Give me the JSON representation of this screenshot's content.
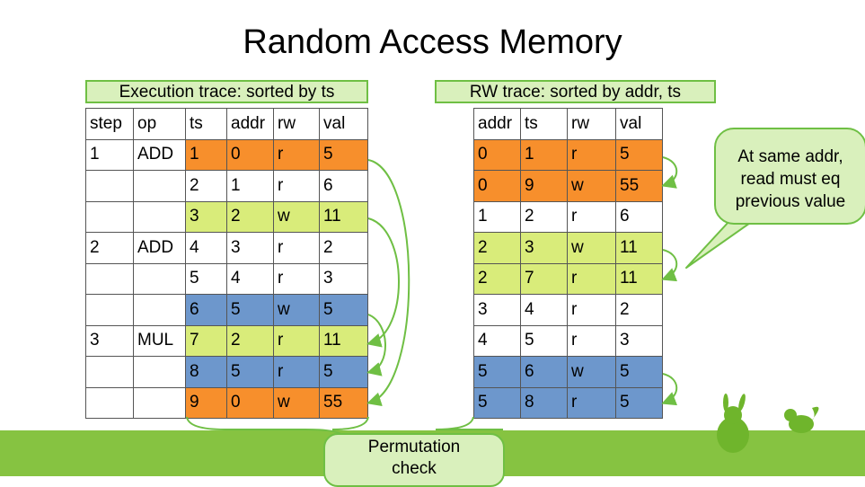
{
  "title": "Random Access Memory",
  "left_caption": "Execution trace: sorted by ts",
  "right_caption": "RW trace: sorted by addr, ts",
  "left_table": {
    "headers": [
      "step",
      "op",
      "ts",
      "addr",
      "rw",
      "val"
    ],
    "rows": [
      {
        "step": "1",
        "op": "ADD",
        "ts": "1",
        "addr": "0",
        "rw": "r",
        "val": "5",
        "color": "orange"
      },
      {
        "step": "",
        "op": "",
        "ts": "2",
        "addr": "1",
        "rw": "r",
        "val": "6",
        "color": "none"
      },
      {
        "step": "",
        "op": "",
        "ts": "3",
        "addr": "2",
        "rw": "w",
        "val": "11",
        "color": "green"
      },
      {
        "step": "2",
        "op": "ADD",
        "ts": "4",
        "addr": "3",
        "rw": "r",
        "val": "2",
        "color": "none"
      },
      {
        "step": "",
        "op": "",
        "ts": "5",
        "addr": "4",
        "rw": "r",
        "val": "3",
        "color": "none"
      },
      {
        "step": "",
        "op": "",
        "ts": "6",
        "addr": "5",
        "rw": "w",
        "val": "5",
        "color": "blue"
      },
      {
        "step": "3",
        "op": "MUL",
        "ts": "7",
        "addr": "2",
        "rw": "r",
        "val": "11",
        "color": "green"
      },
      {
        "step": "",
        "op": "",
        "ts": "8",
        "addr": "5",
        "rw": "r",
        "val": "5",
        "color": "blue"
      },
      {
        "step": "",
        "op": "",
        "ts": "9",
        "addr": "0",
        "rw": "w",
        "val": "55",
        "color": "orange"
      }
    ]
  },
  "right_table": {
    "headers": [
      "addr",
      "ts",
      "rw",
      "val"
    ],
    "rows": [
      {
        "addr": "0",
        "ts": "1",
        "rw": "r",
        "val": "5",
        "color": "orange"
      },
      {
        "addr": "0",
        "ts": "9",
        "rw": "w",
        "val": "55",
        "color": "orange"
      },
      {
        "addr": "1",
        "ts": "2",
        "rw": "r",
        "val": "6",
        "color": "none"
      },
      {
        "addr": "2",
        "ts": "3",
        "rw": "w",
        "val": "11",
        "color": "green"
      },
      {
        "addr": "2",
        "ts": "7",
        "rw": "r",
        "val": "11",
        "color": "green"
      },
      {
        "addr": "3",
        "ts": "4",
        "rw": "r",
        "val": "2",
        "color": "none"
      },
      {
        "addr": "4",
        "ts": "5",
        "rw": "r",
        "val": "3",
        "color": "none"
      },
      {
        "addr": "5",
        "ts": "6",
        "rw": "w",
        "val": "5",
        "color": "blue"
      },
      {
        "addr": "5",
        "ts": "8",
        "rw": "r",
        "val": "5",
        "color": "blue"
      }
    ]
  },
  "callout": {
    "line1": "At same addr,",
    "line2": "read must eq",
    "line3": "previous value"
  },
  "permutation": {
    "line1": "Permutation",
    "line2": "check"
  },
  "colors": {
    "orange": "#f78f2c",
    "green": "#d9ec7a",
    "blue": "#6d97cc",
    "arrow": "#6fbf44",
    "ground": "#86c341"
  }
}
